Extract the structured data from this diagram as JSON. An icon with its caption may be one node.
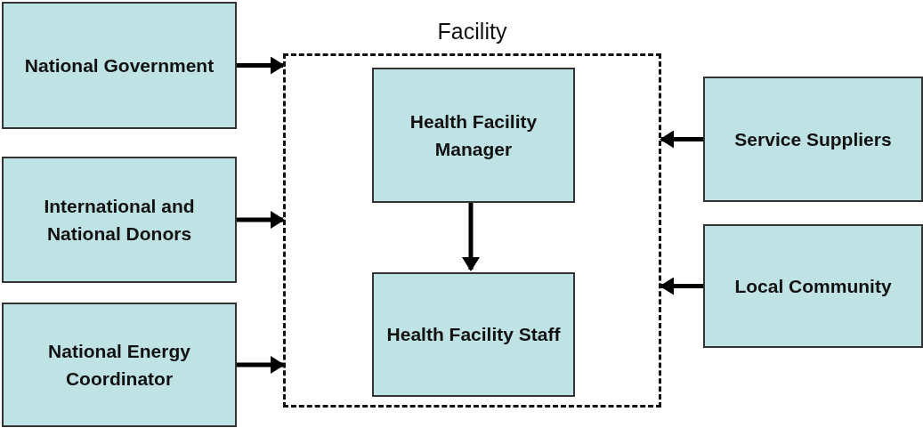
{
  "diagram": {
    "nodes": [
      {
        "text": [
          "Facility"
        ]
      },
      {
        "text": [
          "Health Facility Manager"
        ],
        "in": 0
      },
      {
        "text": [
          "Health Facility Staff"
        ],
        "in": 0
      },
      {
        "text": [
          "National Government"
        ]
      },
      {
        "text": [
          "International and National Donors"
        ]
      },
      {
        "text": [
          "National Energy Coordinator"
        ]
      },
      {
        "text": [
          "Service Suppliers"
        ]
      },
      {
        "text": [
          "Local Community"
        ]
      }
    ],
    "edges": [
      {
        "from": 1,
        "to": 2,
        "arrow": "to"
      },
      {
        "from": 3,
        "to": 0,
        "arrow": "to"
      },
      {
        "from": 4,
        "to": 0,
        "arrow": "to"
      },
      {
        "from": 5,
        "to": 0,
        "arrow": "to"
      },
      {
        "from": 6,
        "to": 0,
        "arrow": "to"
      },
      {
        "from": 7,
        "to": 0,
        "arrow": "to"
      }
    ]
  }
}
